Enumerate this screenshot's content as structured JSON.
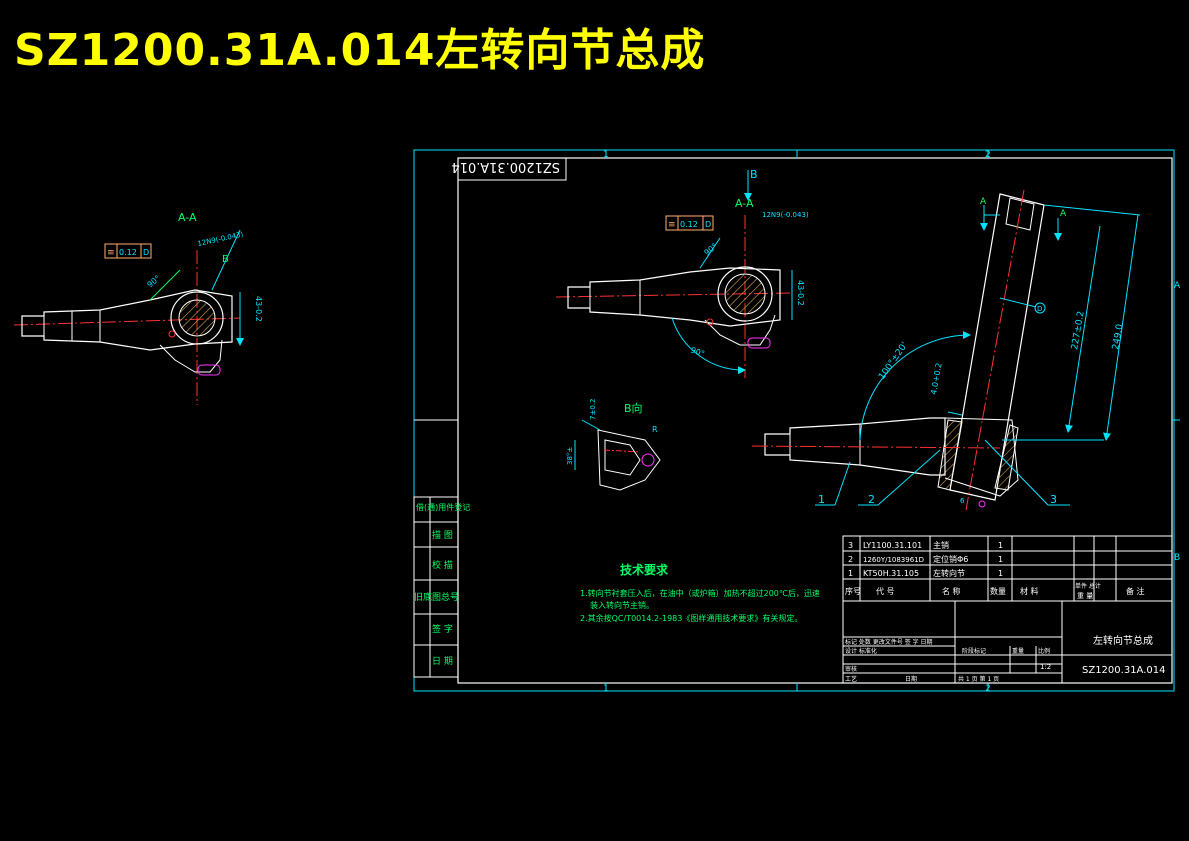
{
  "title": "SZ1200.31A.014左转向节总成",
  "left_view": {
    "section_label": "A-A",
    "view_b_marker": "B",
    "tolerance": {
      "symbol": "≡",
      "value": "0.12",
      "datum": "D"
    },
    "fit": "12N9(-0.043)",
    "angle": "90°",
    "dim_right": "43-0.2"
  },
  "sheet": {
    "zone_top_1": "1",
    "zone_top_2": "2",
    "zone_bottom_1": "1",
    "zone_bottom_2": "2",
    "zone_right_a": "A",
    "zone_right_b": "B",
    "mirror_code": "SZ1200.31A.014",
    "section_label": "A-A",
    "b_arrow": "B",
    "tolerance": {
      "symbol": "≡",
      "value": "0.12",
      "datum": "D"
    },
    "fit": "12N9(-0.043)",
    "angle_1": "90°",
    "angle_2": "90°",
    "dim_right": "43-0.2",
    "view_b_title": "B向",
    "dim_7": "7±0.2",
    "dim_38": "38°±",
    "radius": "R",
    "angle_big": "100°±20'",
    "dim_4": "4.0+0.2",
    "dim_227": "227±0.2",
    "dim_249": "249.0",
    "arrow_a_left": "A",
    "arrow_a_right": "A",
    "datum_d": "D",
    "dim_6": "6",
    "balloons": [
      "1",
      "2",
      "3"
    ]
  },
  "side_table": [
    "借(通)用件登记",
    "描 图",
    "校 描",
    "旧底图总号",
    "签 字",
    "日 期"
  ],
  "notes": {
    "heading": "技术要求",
    "line1": "1.转向节衬套压入后，在油中（或炉箱）加热不超过200℃后，迅速",
    "line2": "装入转向节主销。",
    "line3": "2.其余按QC/T0014.2-1983《图样通用技术要求》有关规定。"
  },
  "bom": [
    {
      "no": "3",
      "code": "LY1100.31.101",
      "name": "主销",
      "qty": "1"
    },
    {
      "no": "2",
      "code": "1260Y/1083961D",
      "name": "定位销Φ6",
      "qty": "1"
    },
    {
      "no": "1",
      "code": "KT50H.31.105",
      "name": "左转向节",
      "qty": "1"
    }
  ],
  "bom_header": {
    "no": "序号",
    "code": "代 号",
    "name": "名 称",
    "qty": "数量",
    "material": "材 料",
    "unit_weight": "单件 总计",
    "weight": "重 量",
    "remark": "备 注"
  },
  "title_block": {
    "name": "左转向节总成",
    "code": "SZ1200.31A.014",
    "scale": "1:2",
    "stage_label": "阶段标记",
    "weight_label": "重量",
    "scale_label": "比例",
    "r1": "标记 处数 更改文件号 签 字 日期",
    "r2": "设计 标准化",
    "r3": "审核",
    "r4": "工艺",
    "r5": "日期",
    "sheets": "共  1  页  第  1  页"
  }
}
